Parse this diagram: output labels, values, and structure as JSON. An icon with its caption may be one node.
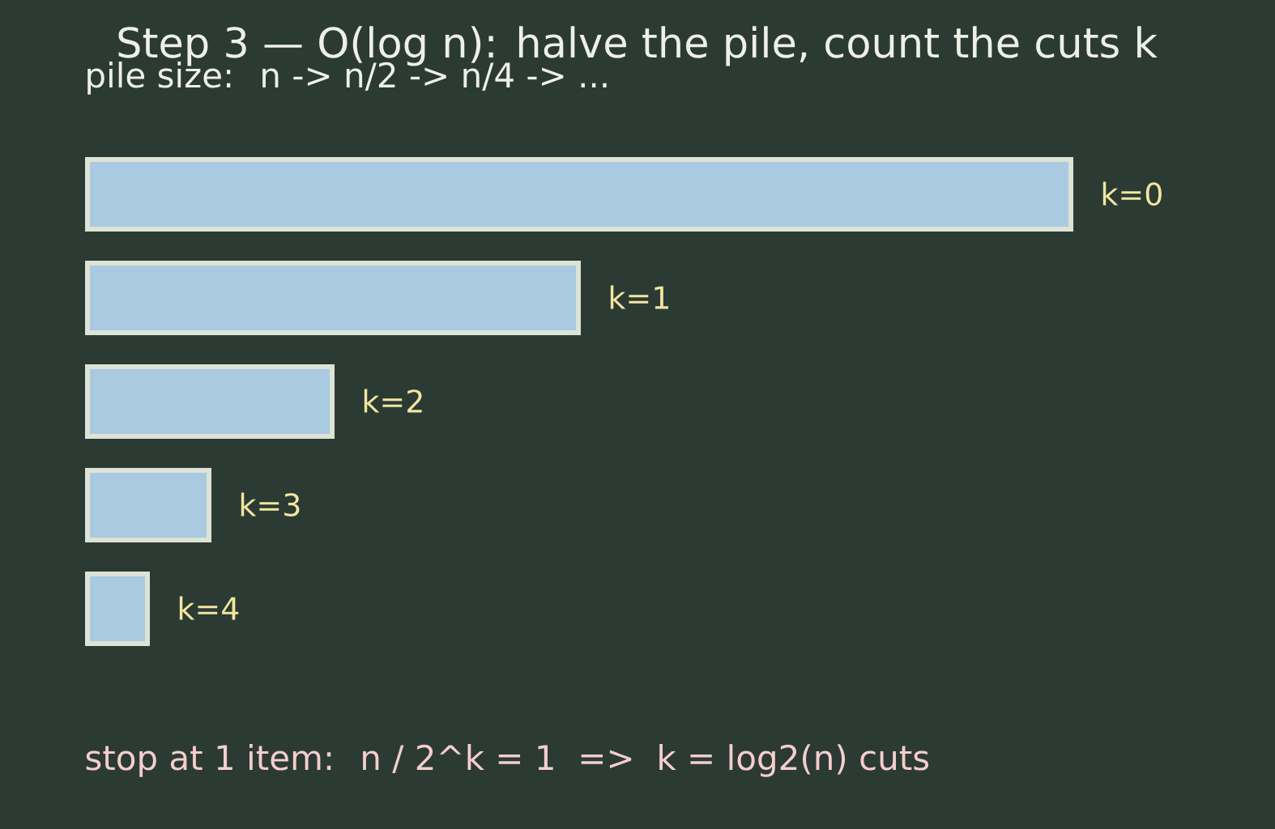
{
  "diagram": {
    "title": "Step 3 — O(log n): halve the pile, count the cuts k",
    "nodes": [
      {
        "text": [],
        "shape": "bar",
        "beside": [
          "k=0"
        ]
      },
      {
        "text": [],
        "shape": "bar",
        "beside": [
          "k=1"
        ]
      },
      {
        "text": [],
        "shape": "bar",
        "beside": [
          "k=2"
        ]
      },
      {
        "text": [],
        "shape": "bar",
        "beside": [
          "k=3"
        ]
      },
      {
        "text": [],
        "shape": "bar",
        "beside": [
          "k=4"
        ]
      }
    ],
    "labels": [
      "pile size:  n -> n/2 -> n/4 -> ...",
      "stop at 1 item:  n / 2^k = 1  =>  k = log2(n) cuts"
    ]
  }
}
